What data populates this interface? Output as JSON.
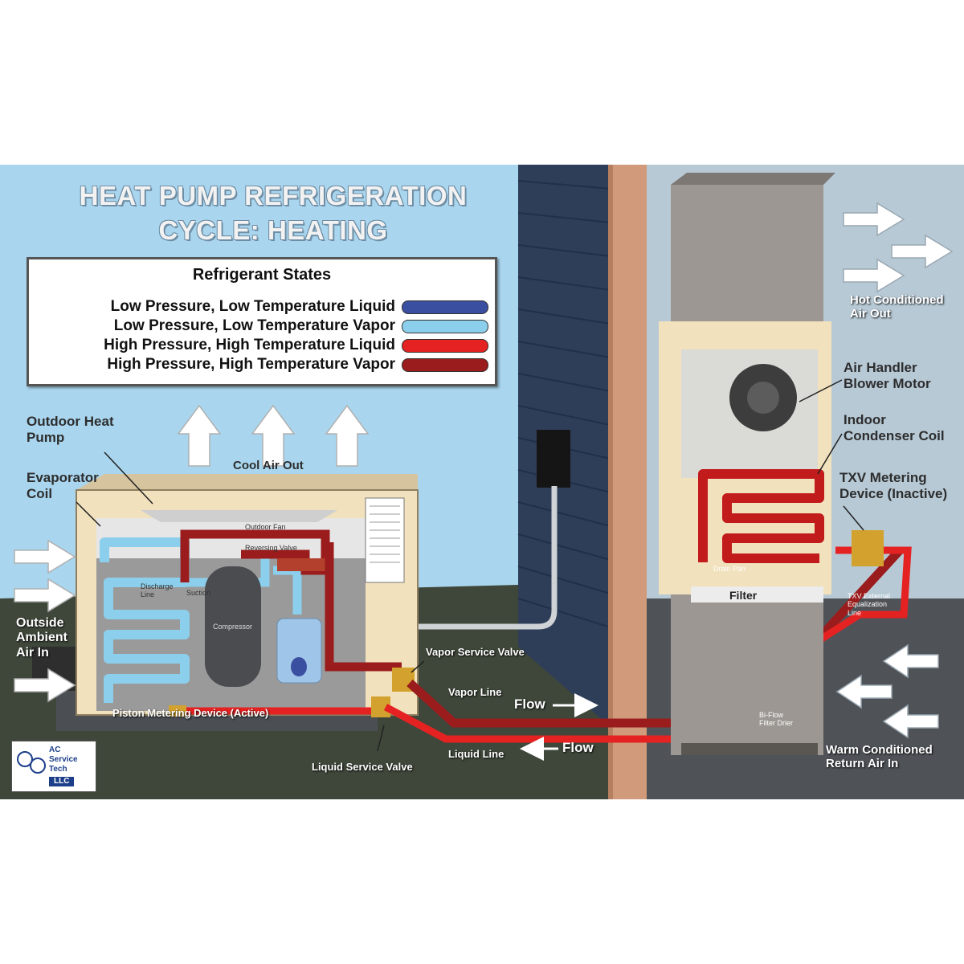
{
  "title": {
    "line1": "HEAT PUMP REFRIGERATION",
    "line2": "CYCLE: HEATING"
  },
  "legend": {
    "heading": "Refrigerant States",
    "items": [
      {
        "label": "Low Pressure, Low Temperature Liquid",
        "color": "#3b4fa0"
      },
      {
        "label": "Low Pressure, Low Temperature Vapor",
        "color": "#8ccfec"
      },
      {
        "label": "High Pressure, High Temperature Liquid",
        "color": "#e52222"
      },
      {
        "label": "High Pressure, High Temperature Vapor",
        "color": "#9a1c1c"
      }
    ]
  },
  "labels": {
    "outdoor_heat_pump_1": "Outdoor Heat",
    "outdoor_heat_pump_2": "Pump",
    "evaporator_coil_1": "Evaporator",
    "evaporator_coil_2": "Coil",
    "cool_air_out": "Cool Air Out",
    "outside_air_1": "Outside",
    "outside_air_2": "Ambient",
    "outside_air_3": "Air In",
    "outdoor_fan": "Outdoor Fan",
    "reversing_valve": "Reversing Valve",
    "discharge_line_1": "Discharge",
    "discharge_line_2": "Line",
    "suction_line": "Suction",
    "compressor": "Compressor",
    "piston_metering": "Piston Metering Device (Active)",
    "vapor_service_valve": "Vapor Service Valve",
    "vapor_line": "Vapor Line",
    "flow_top": "Flow",
    "flow_bottom": "Flow",
    "liquid_line": "Liquid Line",
    "liquid_service_valve": "Liquid Service Valve",
    "hot_air_1": "Hot Conditioned",
    "hot_air_2": "Air Out",
    "blower_1": "Air Handler",
    "blower_2": "Blower Motor",
    "indoor_coil_1": "Indoor",
    "indoor_coil_2": "Condenser Coil",
    "txv_1": "TXV Metering",
    "txv_2": "Device (Inactive)",
    "filter": "Filter",
    "txv_external_1": "TXV External",
    "txv_external_2": "Equalization",
    "txv_external_3": "Line",
    "drier_1": "Bi-Flow",
    "drier_2": "Filter Drier",
    "return_air_1": "Warm Conditioned",
    "return_air_2": "Return Air In",
    "drain_pan": "Drain Pan"
  },
  "logo": {
    "line1": "AC",
    "line2": "Service",
    "line3": "Tech",
    "line4": "LLC"
  },
  "colors": {
    "sky": "#a9d6ee",
    "ground": "#3f473a",
    "siding": "#2f3e58",
    "wall": "#d19a7a",
    "indoor_bg": "#b7c9d5",
    "cabinet": "#f1e1bd",
    "low_vapor": "#8ccfec",
    "high_liquid": "#e52222",
    "high_vapor": "#9a1c1c"
  }
}
